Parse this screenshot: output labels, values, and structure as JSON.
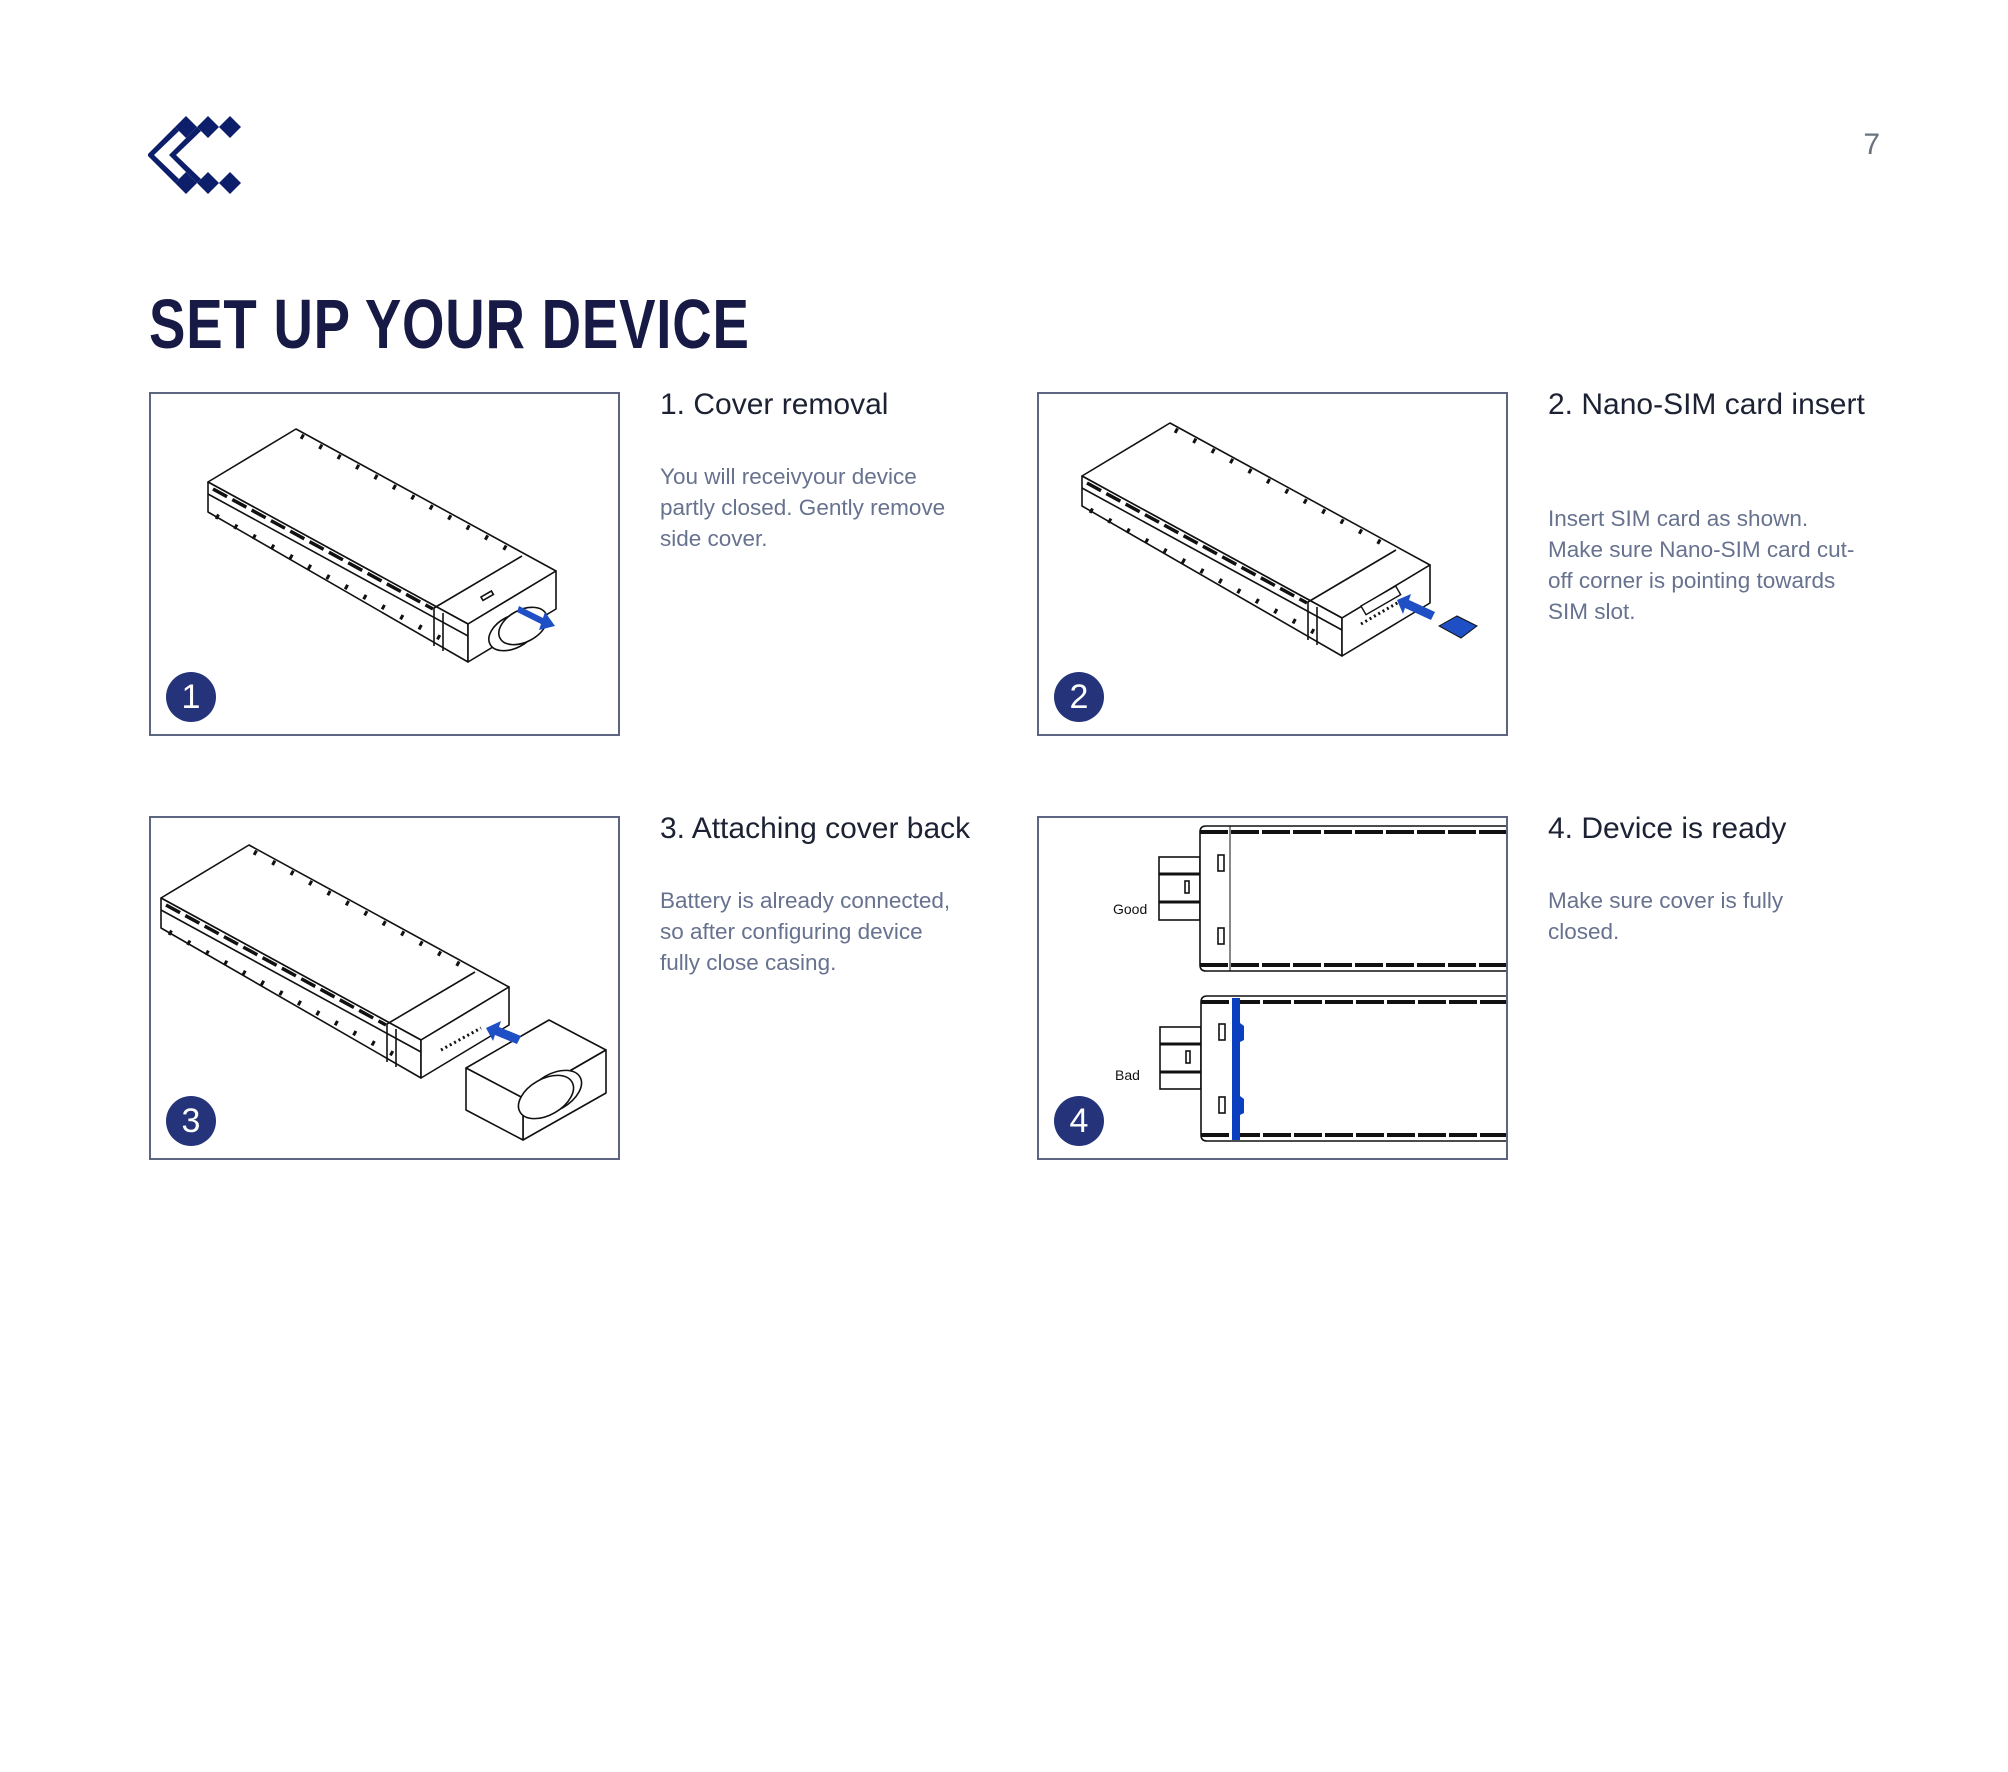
{
  "page": {
    "number": "7",
    "title": "SET UP YOUR DEVICE"
  },
  "logo": {
    "icon": "brand-chevron-logo",
    "color": "#0d1f6b"
  },
  "colors": {
    "heading": "#161a44",
    "badge": "#25347a",
    "accent_blue": "#1f4fc4",
    "body_text": "#67728f"
  },
  "steps": [
    {
      "badge": "1",
      "title": "1. Cover removal",
      "body": [
        "You will receivyour device",
        "partly closed. Gently remove",
        "side cover."
      ]
    },
    {
      "badge": "2",
      "title": "2. Nano-SIM card insert",
      "body": [
        "Insert SIM card as shown.",
        "Make sure Nano-SIM card cut-",
        "off corner is pointing towards",
        "SIM slot."
      ]
    },
    {
      "badge": "3",
      "title": "3. Attaching cover back",
      "body": [
        "Battery is already connected,",
        "so after configuring device",
        "fully close casing."
      ]
    },
    {
      "badge": "4",
      "title": "4. Device is ready",
      "body": [
        "Make sure cover is fully",
        "closed."
      ],
      "labels": {
        "good": "Good",
        "bad": "Bad"
      }
    }
  ]
}
